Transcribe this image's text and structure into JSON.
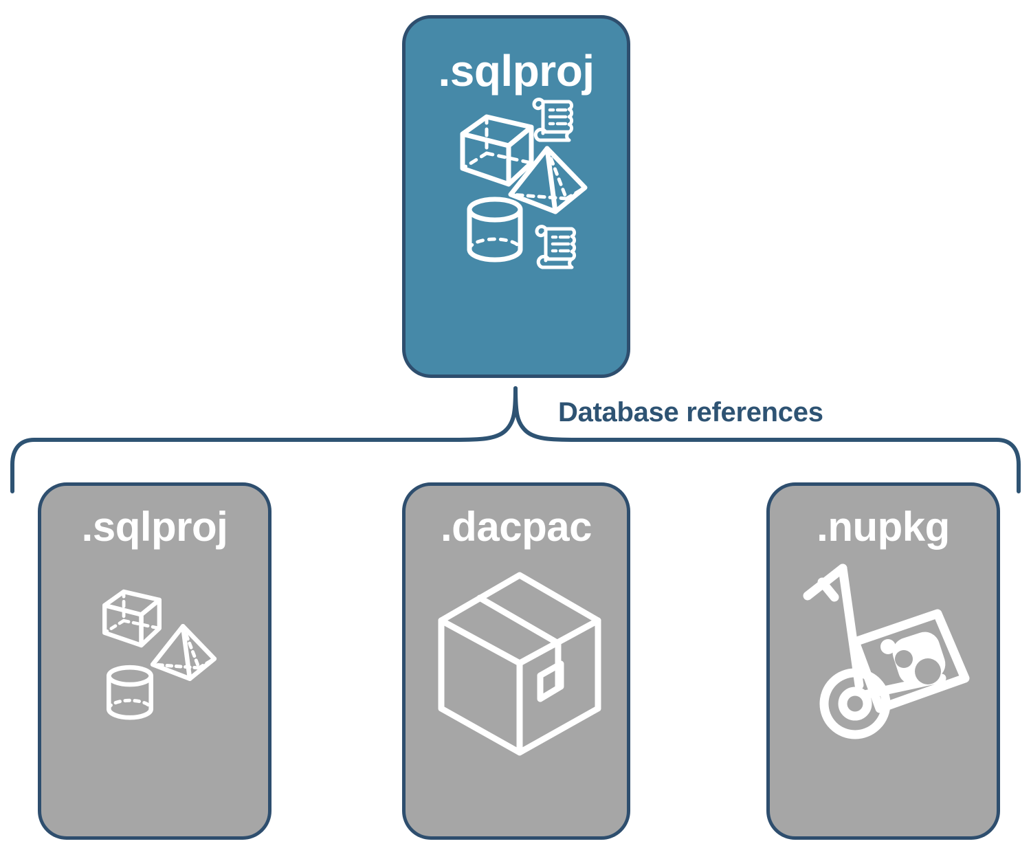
{
  "diagram": {
    "title": "Database references diagram",
    "colors": {
      "primary_fill": "#4689A8",
      "reference_fill": "#A6A6A6",
      "stroke": "#2E4E6E",
      "label_text": "#2E5373",
      "icon_stroke": "#FFFFFF",
      "background": "#FFFFFF"
    },
    "primary_node": {
      "label": ".sqlproj",
      "icons": [
        "cube-icon",
        "scroll-icon",
        "pyramid-icon",
        "cylinder-icon",
        "scroll-icon"
      ]
    },
    "connector": {
      "label": "Database references",
      "shape": "curly-brace"
    },
    "reference_nodes": [
      {
        "label": ".sqlproj",
        "icons": [
          "cube-icon",
          "pyramid-icon",
          "cylinder-icon"
        ]
      },
      {
        "label": ".dacpac",
        "icons": [
          "package-box-icon"
        ]
      },
      {
        "label": ".nupkg",
        "icons": [
          "hand-truck-icon",
          "nuget-package-icon"
        ]
      }
    ]
  }
}
